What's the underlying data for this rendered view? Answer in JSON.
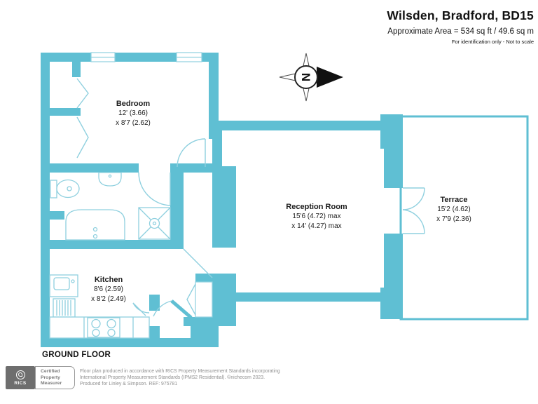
{
  "header": {
    "title": "Wilsden, Bradford, BD15",
    "area": "Approximate Area = 534 sq ft / 49.6 sq m",
    "note": "For identification only - Not to scale"
  },
  "compass": {
    "north_label": "N"
  },
  "rooms": {
    "bedroom": {
      "name": "Bedroom",
      "dim1": "12' (3.66)",
      "dim2": "x 8'7 (2.62)"
    },
    "reception": {
      "name": "Reception Room",
      "dim1": "15'6 (4.72) max",
      "dim2": "x 14' (4.27) max"
    },
    "terrace": {
      "name": "Terrace",
      "dim1": "15'2 (4.62)",
      "dim2": "x 7'9 (2.36)"
    },
    "kitchen": {
      "name": "Kitchen",
      "dim1": "8'6 (2.59)",
      "dim2": "x 8'2 (2.49)"
    }
  },
  "floor_label": "GROUND FLOOR",
  "footer": {
    "rics_label": "RICS",
    "badge_lines": [
      "Certified",
      "Property",
      "Measurer"
    ],
    "disclaimer_lines": [
      "Floor plan produced in accordance with RICS Property Measurement Standards incorporating",
      "International Property Measurement Standards (IPMS2 Residential).   ©nichecom 2023.",
      "Produced for Linley & Simpson.   REF: 975781"
    ]
  },
  "colors": {
    "wall_teal": "#5FBFD3",
    "thin_teal": "#8FD0DF",
    "compass_black": "#111111",
    "footer_gray": "#8f8f8f",
    "badge_gray": "#6e6e6e"
  }
}
